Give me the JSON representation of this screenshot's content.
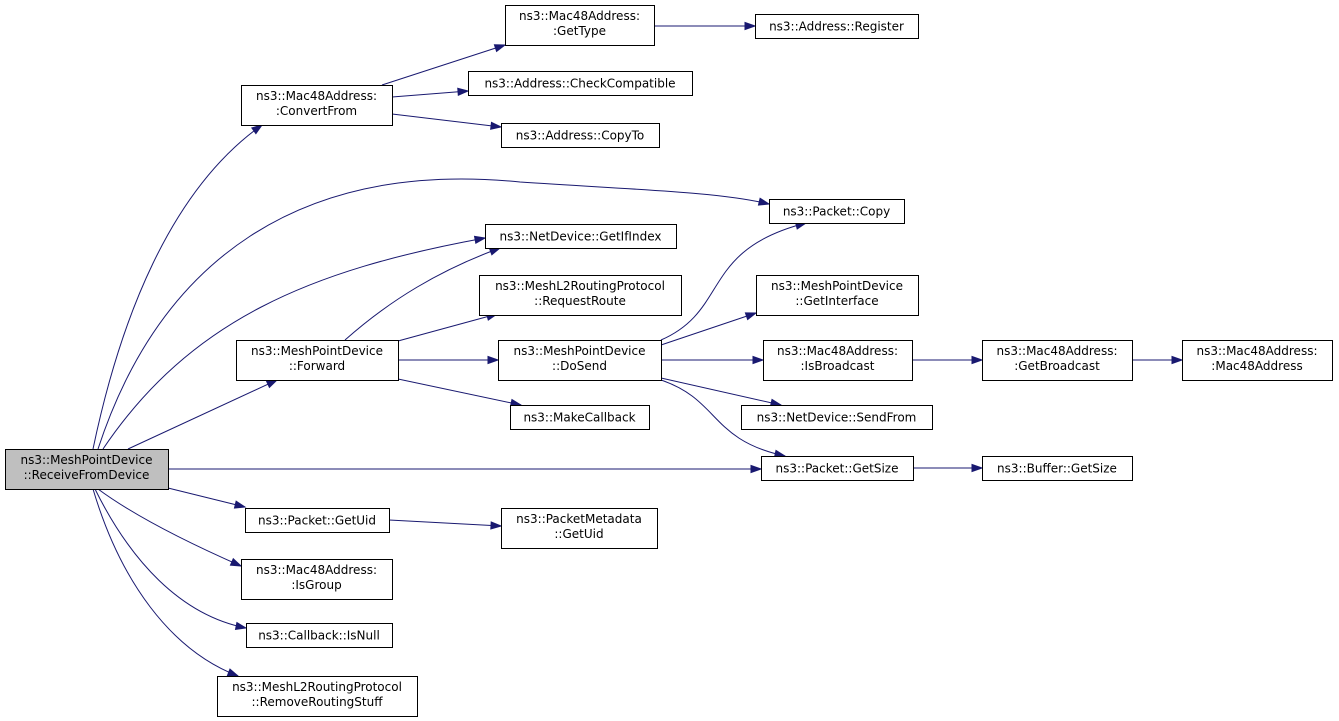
{
  "diagram": {
    "type": "call-graph",
    "colors": {
      "edge": "#191970",
      "node_border": "#000000",
      "root_fill": "#bfbfbf",
      "node_fill": "#ffffff"
    },
    "nodes": [
      {
        "id": "receive",
        "name": "node-meshpointdevice-receivefromdevice",
        "lines": [
          "ns3::MeshPointDevice",
          "::ReceiveFromDevice"
        ],
        "root": true
      },
      {
        "id": "convertfrom",
        "name": "node-mac48address-convertfrom",
        "lines": [
          "ns3::Mac48Address:",
          ":ConvertFrom"
        ]
      },
      {
        "id": "gettype",
        "name": "node-mac48address-gettype",
        "lines": [
          "ns3::Mac48Address:",
          ":GetType"
        ]
      },
      {
        "id": "register",
        "name": "node-address-register",
        "lines": [
          "ns3::Address::Register"
        ]
      },
      {
        "id": "checkcompat",
        "name": "node-address-checkcompatible",
        "lines": [
          "ns3::Address::CheckCompatible"
        ]
      },
      {
        "id": "copyto",
        "name": "node-address-copyto",
        "lines": [
          "ns3::Address::CopyTo"
        ]
      },
      {
        "id": "pcopy",
        "name": "node-packet-copy",
        "lines": [
          "ns3::Packet::Copy"
        ]
      },
      {
        "id": "getifindex",
        "name": "node-netdevice-getifindex",
        "lines": [
          "ns3::NetDevice::GetIfIndex"
        ]
      },
      {
        "id": "requestroute",
        "name": "node-meshl2routingprotocol-requestroute",
        "lines": [
          "ns3::MeshL2RoutingProtocol",
          "::RequestRoute"
        ]
      },
      {
        "id": "forward",
        "name": "node-meshpointdevice-forward",
        "lines": [
          "ns3::MeshPointDevice",
          "::Forward"
        ]
      },
      {
        "id": "dosend",
        "name": "node-meshpointdevice-dosend",
        "lines": [
          "ns3::MeshPointDevice",
          "::DoSend"
        ]
      },
      {
        "id": "getinterface",
        "name": "node-meshpointdevice-getinterface",
        "lines": [
          "ns3::MeshPointDevice",
          "::GetInterface"
        ]
      },
      {
        "id": "isbroadcast",
        "name": "node-mac48address-isbroadcast",
        "lines": [
          "ns3::Mac48Address:",
          ":IsBroadcast"
        ]
      },
      {
        "id": "getbroadcast",
        "name": "node-mac48address-getbroadcast",
        "lines": [
          "ns3::Mac48Address:",
          ":GetBroadcast"
        ]
      },
      {
        "id": "mac48ctor",
        "name": "node-mac48address-mac48address",
        "lines": [
          "ns3::Mac48Address:",
          ":Mac48Address"
        ]
      },
      {
        "id": "makecallback",
        "name": "node-makecallback",
        "lines": [
          "ns3::MakeCallback"
        ]
      },
      {
        "id": "sendfrom",
        "name": "node-netdevice-sendfrom",
        "lines": [
          "ns3::NetDevice::SendFrom"
        ]
      },
      {
        "id": "pgetsize",
        "name": "node-packet-getsize",
        "lines": [
          "ns3::Packet::GetSize"
        ]
      },
      {
        "id": "bgetsize",
        "name": "node-buffer-getsize",
        "lines": [
          "ns3::Buffer::GetSize"
        ]
      },
      {
        "id": "pgetuid",
        "name": "node-packet-getuid",
        "lines": [
          "ns3::Packet::GetUid"
        ]
      },
      {
        "id": "pmgetuid",
        "name": "node-packetmetadata-getuid",
        "lines": [
          "ns3::PacketMetadata",
          "::GetUid"
        ]
      },
      {
        "id": "isgroup",
        "name": "node-mac48address-isgroup",
        "lines": [
          "ns3::Mac48Address:",
          ":IsGroup"
        ]
      },
      {
        "id": "isnull",
        "name": "node-callback-isnull",
        "lines": [
          "ns3::Callback::IsNull"
        ]
      },
      {
        "id": "removerouting",
        "name": "node-meshl2routingprotocol-removeroutingstuff",
        "lines": [
          "ns3::MeshL2RoutingProtocol",
          "::RemoveRoutingStuff"
        ]
      }
    ],
    "edges": [
      [
        "receive",
        "convertfrom"
      ],
      [
        "receive",
        "pcopy"
      ],
      [
        "receive",
        "getifindex"
      ],
      [
        "receive",
        "forward"
      ],
      [
        "receive",
        "pgetsize"
      ],
      [
        "receive",
        "pgetuid"
      ],
      [
        "receive",
        "isgroup"
      ],
      [
        "receive",
        "isnull"
      ],
      [
        "receive",
        "removerouting"
      ],
      [
        "convertfrom",
        "gettype"
      ],
      [
        "convertfrom",
        "checkcompat"
      ],
      [
        "convertfrom",
        "copyto"
      ],
      [
        "gettype",
        "register"
      ],
      [
        "forward",
        "getifindex"
      ],
      [
        "forward",
        "requestroute"
      ],
      [
        "forward",
        "dosend"
      ],
      [
        "forward",
        "makecallback"
      ],
      [
        "dosend",
        "pcopy"
      ],
      [
        "dosend",
        "getinterface"
      ],
      [
        "dosend",
        "isbroadcast"
      ],
      [
        "dosend",
        "sendfrom"
      ],
      [
        "dosend",
        "pgetsize"
      ],
      [
        "isbroadcast",
        "getbroadcast"
      ],
      [
        "getbroadcast",
        "mac48ctor"
      ],
      [
        "pgetsize",
        "bgetsize"
      ],
      [
        "pgetuid",
        "pmgetuid"
      ]
    ]
  }
}
